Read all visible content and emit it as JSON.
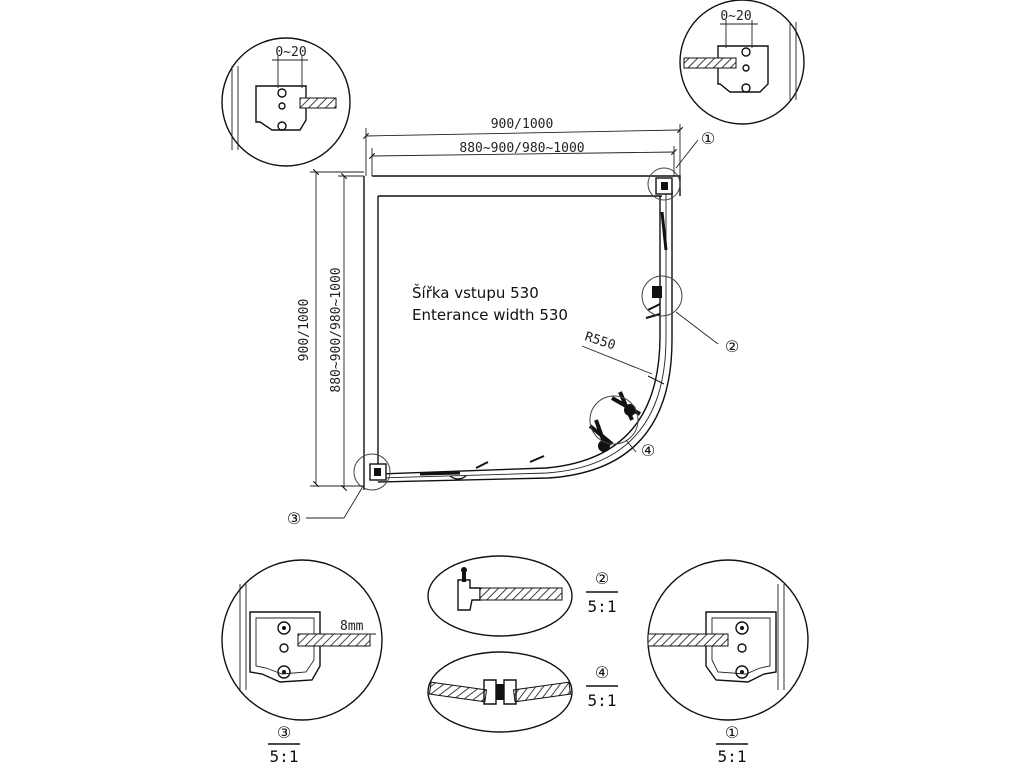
{
  "dimensions": {
    "outer_width": "900/1000",
    "inner_width": "880~900/980~1000",
    "outer_height": "900/1000",
    "inner_height": "880~900/980~1000",
    "radius": "R550",
    "glass_thickness": "8mm",
    "gap_adjust_1": "0~20",
    "gap_adjust_3": "0~20"
  },
  "entrance_note": {
    "line_cz": "Šířka vstupu 530",
    "line_en": "Enterance width 530"
  },
  "callouts": {
    "c1": "①",
    "c2": "②",
    "c3": "③",
    "c4": "④"
  },
  "details": {
    "d3": {
      "tag": "③",
      "scale": "5:1"
    },
    "d2": {
      "tag": "②",
      "scale": "5:1"
    },
    "d4": {
      "tag": "④",
      "scale": "5:1"
    },
    "d1": {
      "tag": "①",
      "scale": "5:1"
    }
  }
}
